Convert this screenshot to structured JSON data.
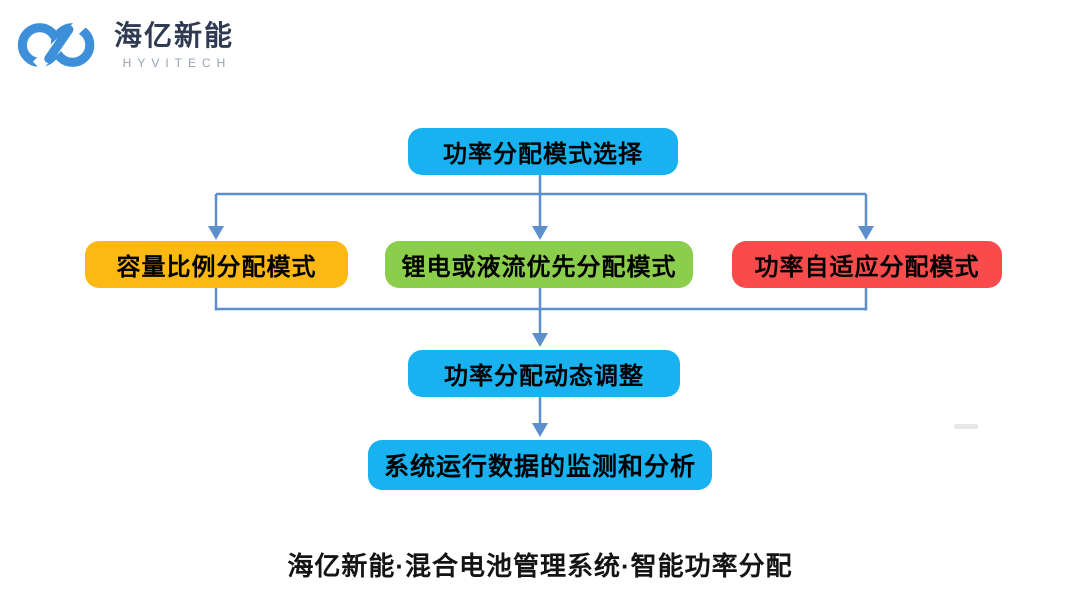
{
  "brand": {
    "name": "海亿新能",
    "name_en": "HYVITECH",
    "logo_color": "#3d8fd9",
    "name_color": "#2f3b52",
    "name_en_color": "#99a2b4"
  },
  "flowchart": {
    "connector_color": "#5d8fcc",
    "nodes": {
      "root": {
        "label": "功率分配模式选择",
        "color": "#17b2ef"
      },
      "capacity": {
        "label": "容量比例分配模式",
        "color": "#fcb813"
      },
      "priority": {
        "label": "锂电或液流优先分配模式",
        "color": "#8bce4b"
      },
      "adaptive": {
        "label": "功率自适应分配模式",
        "color": "#f94b4b"
      },
      "dynamic": {
        "label": "功率分配动态调整",
        "color": "#17b2ef"
      },
      "monitor": {
        "label": "系统运行数据的监测和分析",
        "color": "#17b2ef"
      }
    }
  },
  "footer": {
    "caption": "海亿新能·混合电池管理系统·智能功率分配"
  }
}
